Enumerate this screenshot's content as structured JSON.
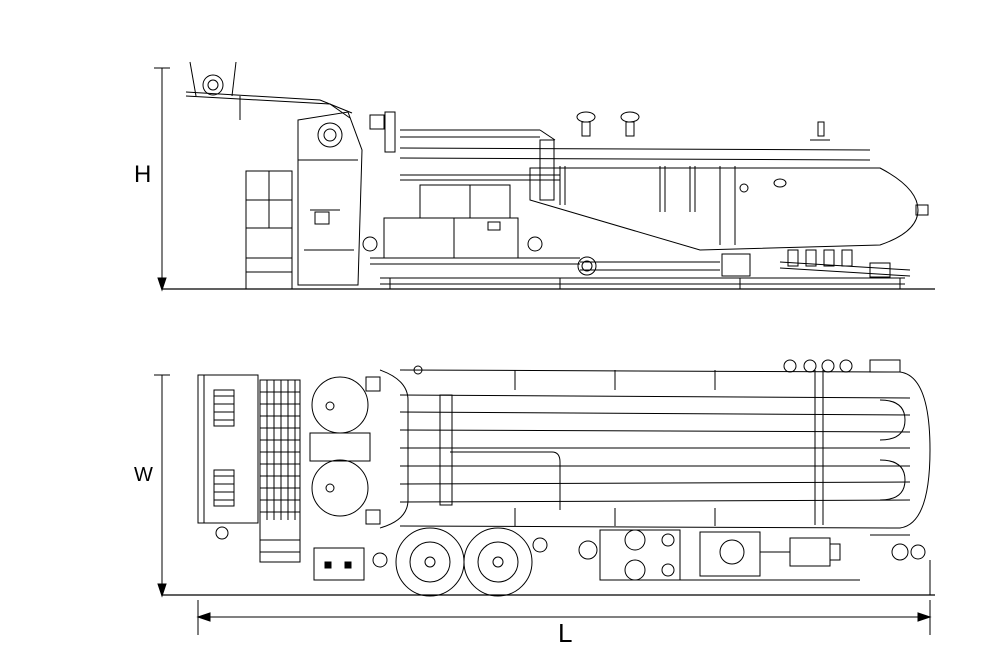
{
  "dimensions": {
    "height_label": "H",
    "width_label": "W",
    "length_label": "L"
  },
  "views": {
    "side_view": "elevation",
    "top_view": "plan"
  },
  "colors": {
    "line": "#000000",
    "background": "#ffffff"
  }
}
